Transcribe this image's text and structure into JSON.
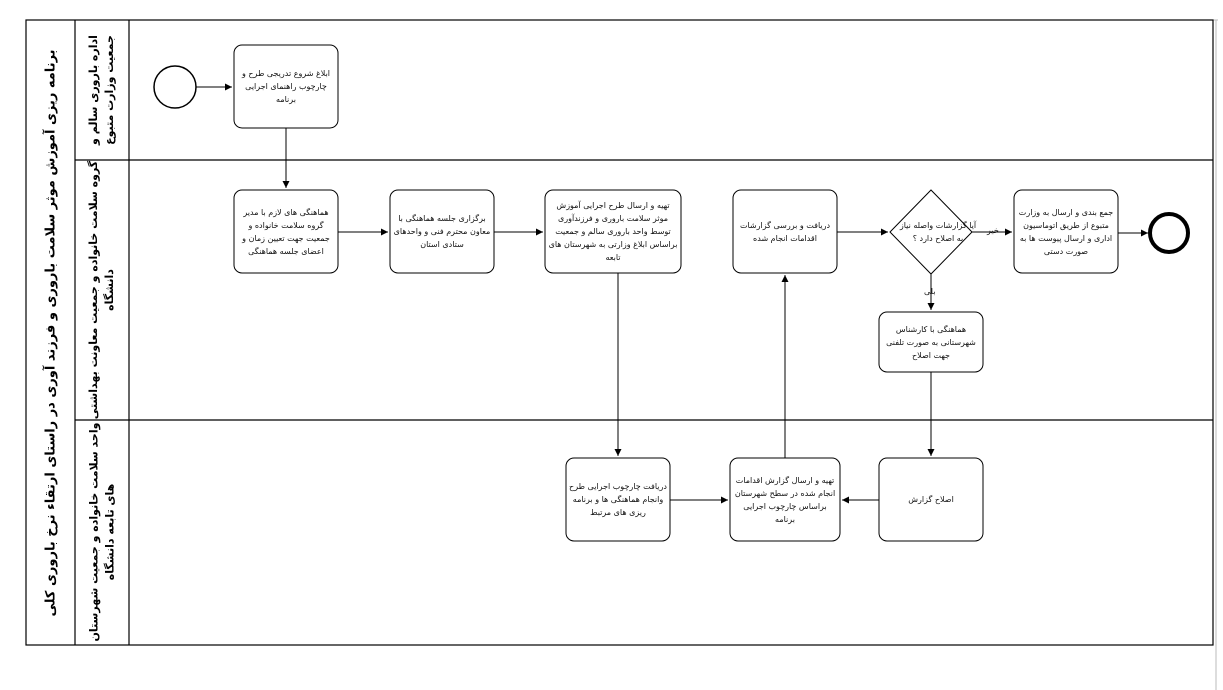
{
  "pool_title": "برنامه ریزی آموزش موثر سلامت باروری و فرزند آوری در راستای ارتقاء نرخ باروری کلی",
  "lanes": [
    {
      "name": "اداره باروری سالم و جمعیت وزارت متبوع"
    },
    {
      "name": "گروه سلامت خانواده و جمعیت معاونت بهداشتی دانشگاه"
    },
    {
      "name": "واحد سلامت خانواده و جمعیت شهرستان های تابعه دانشگاه"
    }
  ],
  "tasks": {
    "announce": "ابلاغ شروع تدریجی طرح و چارچوب راهنمای اجرایی برنامه",
    "coordinate": "هماهنگی های لازم با مدیر گروه سلامت خانواده و جمعیت جهت تعیین زمان و اعضای جلسه هماهنگی",
    "meeting": "برگزاری جلسه هماهنگی با معاون محترم فنی و واحدهای ستادی استان",
    "prepare": "تهیه و ارسال طرح اجرایی آموزش موثر سلامت باروری و فرزندآوری توسط واحد باروری سالم و جمعیت براساس ابلاغ وزارتی به شهرستان های تابعه",
    "review": "دریافت و بررسی گزارشات اقدامات انجام شده",
    "collect": "جمع بندی و ارسال به وزارت متبوع از طریق اتوماسیون اداری و ارسال پیوست ها به صورت دستی",
    "phone": "هماهنگی با کارشناس شهرستانی به صورت تلفنی جهت اصلاح",
    "receive": "دریافت چارچوب اجرایی طرح وانجام هماهنگی ها و برنامه ریزی های مرتبط",
    "report": "تهیه و ارسال گزارش اقدامات انجام شده در سطح شهرستان براساس چارچوب اجرایی برنامه",
    "fix": "اصلاح گزارش"
  },
  "gateway": {
    "question": "آیا گزارشات واصله نیاز به اصلاح دارد ؟",
    "no_label": "خیر",
    "yes_label": "بلی"
  },
  "colors": {
    "stroke": "#000000",
    "fill": "#ffffff"
  }
}
